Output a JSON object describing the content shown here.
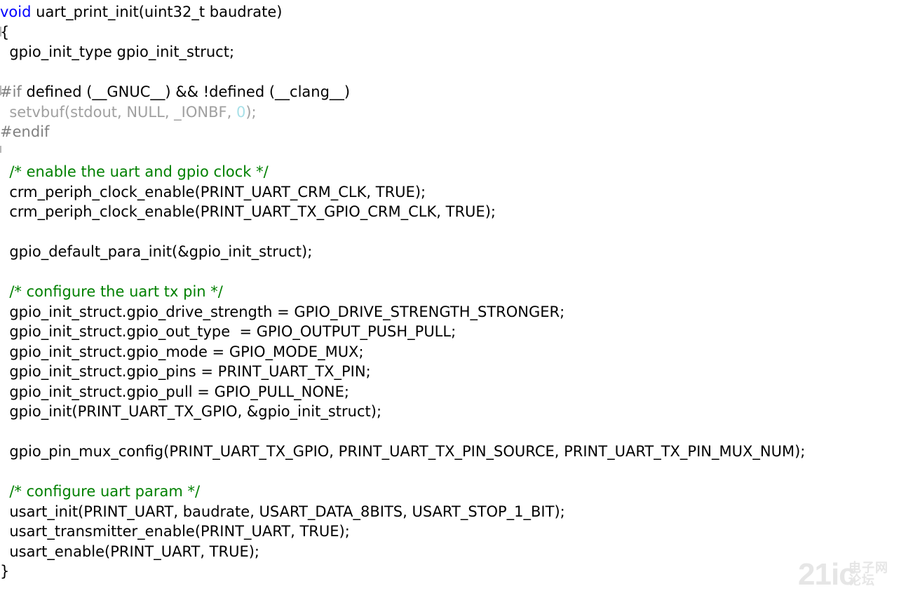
{
  "code": {
    "lines": [
      [
        {
          "c": "kw",
          "t": "void"
        },
        {
          "c": "pl",
          "t": " uart_print_init(uint32_t baudrate)"
        }
      ],
      [
        {
          "c": "pl",
          "t": "{"
        }
      ],
      [
        {
          "c": "pl",
          "t": "  gpio_init_type gpio_init_struct;"
        }
      ],
      [],
      [
        {
          "c": "pp",
          "t": "#if"
        },
        {
          "c": "pl",
          "t": " defined (__GNUC__) && !defined (__clang__)"
        }
      ],
      [
        {
          "c": "inactive",
          "t": "  setvbuf(stdout, NULL, _IONBF, "
        },
        {
          "c": "num",
          "t": "0"
        },
        {
          "c": "inactive",
          "t": ");"
        }
      ],
      [
        {
          "c": "pp",
          "t": "#endif"
        }
      ],
      [],
      [
        {
          "c": "cm",
          "t": "  /* enable the uart and gpio clock */"
        }
      ],
      [
        {
          "c": "pl",
          "t": "  crm_periph_clock_enable(PRINT_UART_CRM_CLK, TRUE);"
        }
      ],
      [
        {
          "c": "pl",
          "t": "  crm_periph_clock_enable(PRINT_UART_TX_GPIO_CRM_CLK, TRUE);"
        }
      ],
      [],
      [
        {
          "c": "pl",
          "t": "  gpio_default_para_init(&gpio_init_struct);"
        }
      ],
      [],
      [
        {
          "c": "cm",
          "t": "  /* configure the uart tx pin */"
        }
      ],
      [
        {
          "c": "pl",
          "t": "  gpio_init_struct.gpio_drive_strength = GPIO_DRIVE_STRENGTH_STRONGER;"
        }
      ],
      [
        {
          "c": "pl",
          "t": "  gpio_init_struct.gpio_out_type  = GPIO_OUTPUT_PUSH_PULL;"
        }
      ],
      [
        {
          "c": "pl",
          "t": "  gpio_init_struct.gpio_mode = GPIO_MODE_MUX;"
        }
      ],
      [
        {
          "c": "pl",
          "t": "  gpio_init_struct.gpio_pins = PRINT_UART_TX_PIN;"
        }
      ],
      [
        {
          "c": "pl",
          "t": "  gpio_init_struct.gpio_pull = GPIO_PULL_NONE;"
        }
      ],
      [
        {
          "c": "pl",
          "t": "  gpio_init(PRINT_UART_TX_GPIO, &gpio_init_struct);"
        }
      ],
      [],
      [
        {
          "c": "pl",
          "t": "  gpio_pin_mux_config(PRINT_UART_TX_GPIO, PRINT_UART_TX_PIN_SOURCE, PRINT_UART_TX_PIN_MUX_NUM);"
        }
      ],
      [],
      [
        {
          "c": "cm",
          "t": "  /* configure uart param */"
        }
      ],
      [
        {
          "c": "pl",
          "t": "  usart_init(PRINT_UART, baudrate, USART_DATA_8BITS, USART_STOP_1_BIT);"
        }
      ],
      [
        {
          "c": "pl",
          "t": "  usart_transmitter_enable(PRINT_UART, TRUE);"
        }
      ],
      [
        {
          "c": "pl",
          "t": "  usart_enable(PRINT_UART, TRUE);"
        }
      ],
      [
        {
          "c": "pl",
          "t": "}"
        }
      ]
    ]
  },
  "watermark": {
    "number": "21ic",
    "line1": "电子网",
    "line2": "论坛"
  },
  "colors": {
    "keyword": "#0000ff",
    "comment": "#008000",
    "preprocessor": "#808080",
    "inactive": "#a0a0a0",
    "number_inactive": "#a8e0e8",
    "text": "#000000",
    "background": "#ffffff"
  }
}
